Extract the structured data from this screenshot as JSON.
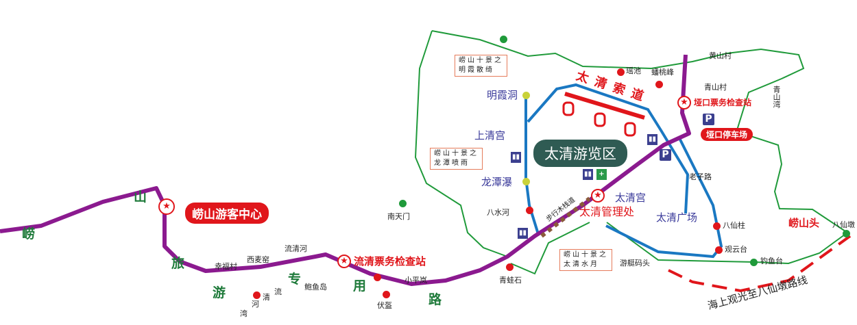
{
  "colors": {
    "road": "#8b1a8f",
    "trail": "#1a78c2",
    "boundary": "#1f9a3a",
    "sea_route": "#e0161b",
    "label_red": "#e0161b",
    "zone_bg": "#2f5b53"
  },
  "centers": {
    "visitor_center": "崂山游客中心",
    "liuqing_station": "流清票务检查站",
    "yakou_station": "垭口票务检查站",
    "yakou_parking": "垭口停车场",
    "taiqing_office": "太清管理处"
  },
  "zone": "太清游览区",
  "cableway": "太清索道",
  "road_chars": [
    "山",
    "崂",
    "旅",
    "游",
    "专",
    "用",
    "路"
  ],
  "headland": "崂山头",
  "sea_route": "海上观光至八仙墩路线",
  "boardwalk": "步行木栈道",
  "notes": [
    {
      "line1": "崂山十景之",
      "line2": "明霞散绮"
    },
    {
      "line1": "崂山十景之",
      "line2": "龙潭喷雨"
    },
    {
      "line1": "崂山十景之",
      "line2": "太清水月"
    }
  ],
  "blue_labels": {
    "mingxia": "明霞洞",
    "shangqing": "上清宫",
    "longtan": "龙潭瀑",
    "taiqinggong": "太清宫",
    "taiqing_square": "太清广场"
  },
  "places": {
    "yaochi": "瑶池",
    "pantao": "蟠桃峰",
    "huangshan": "黄山村",
    "qingshan_village": "青山村",
    "qingshan_bay": "青山湾",
    "laozi": "老子路",
    "baxianzhu": "八仙柱",
    "guanyun": "观云台",
    "diaoyu": "钓鱼台",
    "baxiandun": "八仙墩",
    "youting": "游艇码头",
    "qingwa": "青蛙石",
    "bashui": "八水河",
    "xiaopinglan": "小平岚",
    "fupan": "伏盔",
    "baoyu": "鲍鱼岛",
    "liuqinghe": "流清河",
    "ximai": "西麦窑",
    "xingfu": "幸福村",
    "nantianmen": "南天门",
    "liu": "流",
    "qing": "清",
    "he": "河",
    "wan": "湾"
  }
}
